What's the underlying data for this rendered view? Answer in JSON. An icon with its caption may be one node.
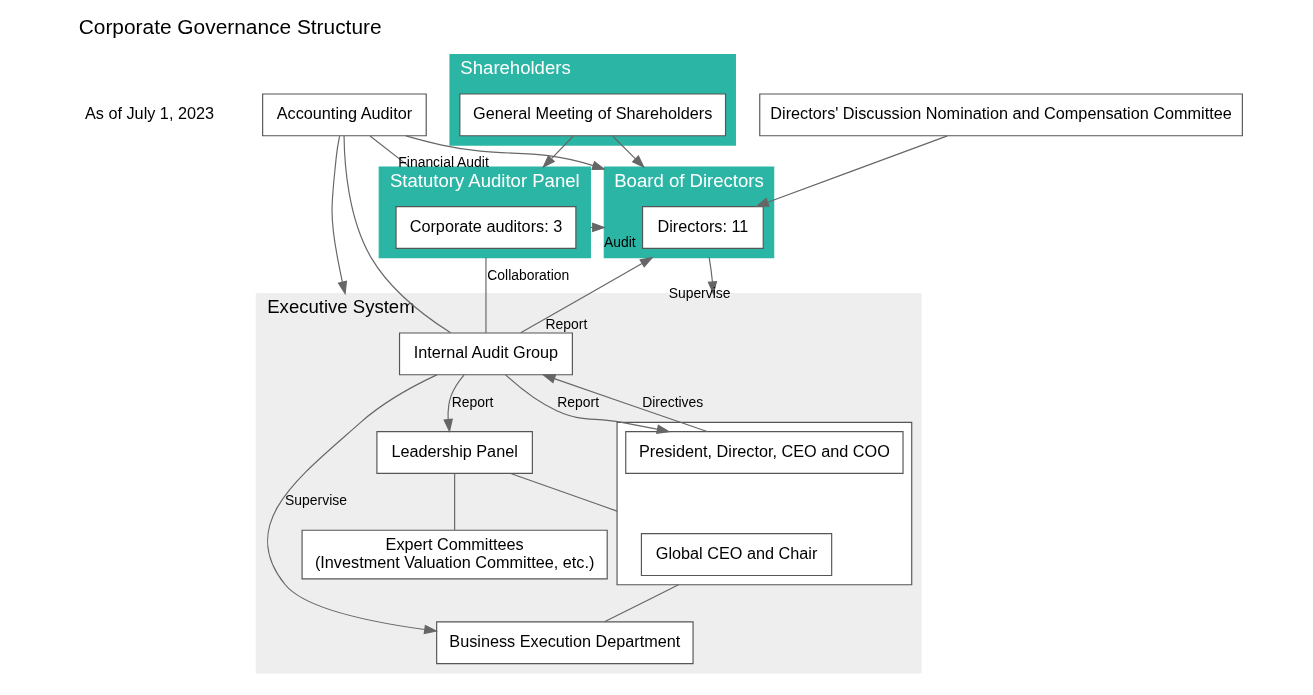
{
  "diagram": {
    "title": "Corporate Governance Structure",
    "nodes": [
      {
        "text": [
          "Shareholders"
        ]
      },
      {
        "text": [
          "General Meeting of Shareholders"
        ],
        "in": 0
      },
      {
        "text": [
          "Statutory Auditor Panel"
        ]
      },
      {
        "text": [
          "Corporate auditors: 3"
        ],
        "in": 2
      },
      {
        "text": [
          "Board of Directors"
        ]
      },
      {
        "text": [
          "Directors: 11"
        ],
        "in": 4
      },
      {
        "text": [
          "Directors' Discussion Nomination and Compensation Committee"
        ]
      },
      {
        "text": [
          "Accounting Auditor"
        ]
      },
      {
        "text": [
          "Executive System"
        ]
      },
      {
        "text": [
          "Internal Audit Group"
        ],
        "in": 8
      },
      {
        "text": [
          "Leadership Panel"
        ],
        "in": 8
      },
      {
        "text": [
          "Expert Committees",
          "(Investment Valuation Committee, etc.)"
        ],
        "in": 8
      },
      {
        "text": [],
        "shape": "box",
        "in": 8
      },
      {
        "text": [
          "Global CEO and Chair"
        ],
        "in": 12
      },
      {
        "text": [
          "President, Director, CEO and COO"
        ],
        "in": 12
      },
      {
        "text": [
          "Business Execution Department"
        ],
        "in": 8
      }
    ],
    "edges": [
      {
        "from": 1,
        "to": 2,
        "arrow": "to"
      },
      {
        "from": 1,
        "to": 4,
        "arrow": "to"
      },
      {
        "from": 2,
        "to": 4,
        "label": "Audit",
        "arrow": "to"
      },
      {
        "from": 9,
        "to": 4,
        "label": "Report",
        "arrow": "to"
      },
      {
        "from": 2,
        "to": 9,
        "label": "Collaboration",
        "arrow": "none"
      },
      {
        "from": 7,
        "to": 2,
        "arrow": "none"
      },
      {
        "from": 7,
        "to": 9,
        "arrow": "none"
      },
      {
        "from": 7,
        "to": 4,
        "label": "Financial Audit",
        "arrow": "to"
      },
      {
        "from": 7,
        "to": 8,
        "arrow": "to"
      },
      {
        "from": 4,
        "to": 8,
        "label": "Supervise",
        "arrow": "to"
      },
      {
        "from": 6,
        "to": 5,
        "arrow": "to"
      },
      {
        "from": 9,
        "to": 10,
        "label": "Report",
        "arrow": "to"
      },
      {
        "from": 10,
        "to": 11,
        "arrow": "none"
      },
      {
        "from": 10,
        "to": 12,
        "arrow": "none"
      },
      {
        "from": 12,
        "to": 15,
        "arrow": "none"
      },
      {
        "from": 14,
        "to": 9,
        "label": "Directives",
        "arrow": "to"
      },
      {
        "from": 9,
        "to": 14,
        "label": "Report",
        "arrow": "to"
      },
      {
        "from": 9,
        "to": 15,
        "label": "Supervise",
        "arrow": "to"
      }
    ],
    "labels": [
      "As of July 1, 2023"
    ]
  }
}
